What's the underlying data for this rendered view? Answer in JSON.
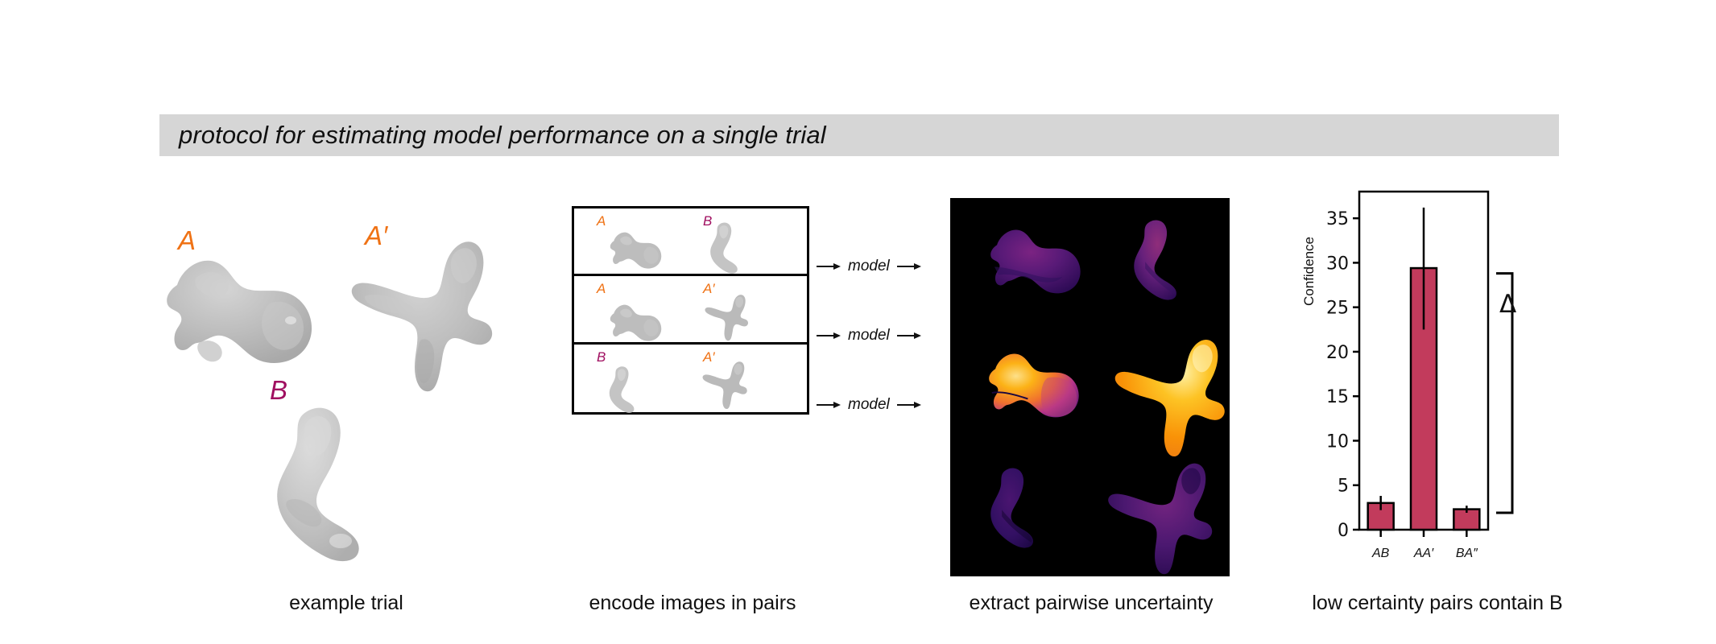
{
  "title": {
    "text": "protocol for estimating model performance on a single trial",
    "banner_color": "#d6d6d6"
  },
  "colors": {
    "label_orange": "#ef7215",
    "label_magenta": "#a00f60",
    "bar_fill": "#c23b5c",
    "heatmap_background": "#000000",
    "blob_gray": "#b8b8b8"
  },
  "panels": [
    {
      "caption": "example trial"
    },
    {
      "caption": "encode images in pairs"
    },
    {
      "caption": "extract pairwise uncertainty"
    },
    {
      "caption": "low certainty pairs contain B"
    }
  ],
  "example_trial": {
    "stimuli": [
      {
        "label": "A",
        "color_name": "orange",
        "shape": "blob-a"
      },
      {
        "label": "A′",
        "color_name": "orange",
        "shape": "blob-aprime"
      },
      {
        "label": "B",
        "color_name": "magenta",
        "shape": "blob-b"
      }
    ]
  },
  "pairs": {
    "rows": [
      {
        "left_label": "A",
        "left_color": "orange",
        "right_label": "B",
        "right_color": "magenta",
        "model_label": "model"
      },
      {
        "left_label": "A",
        "left_color": "orange",
        "right_label": "A′",
        "right_color": "orange",
        "model_label": "model"
      },
      {
        "left_label": "B",
        "left_color": "magenta",
        "right_label": "A′",
        "right_color": "orange",
        "model_label": "model"
      }
    ]
  },
  "heatmaps": {
    "colormap": "inferno",
    "rows": [
      {
        "left_shape": "blob-a",
        "left_intensity": "low",
        "right_shape": "blob-b",
        "right_intensity": "low"
      },
      {
        "left_shape": "blob-a",
        "left_intensity": "high",
        "right_shape": "blob-aprime",
        "right_intensity": "high"
      },
      {
        "left_shape": "blob-b",
        "left_intensity": "low",
        "right_shape": "blob-aprime",
        "right_intensity": "low"
      }
    ]
  },
  "chart_data": {
    "type": "bar",
    "title": "",
    "xlabel": "",
    "ylabel": "Confidence",
    "categories": [
      "AB",
      "AA′",
      "BA″"
    ],
    "values": [
      3.0,
      29.4,
      2.3
    ],
    "errors_low": [
      2.2,
      22.5,
      1.9
    ],
    "errors_high": [
      3.8,
      36.2,
      2.7
    ],
    "ylim": [
      0,
      38
    ],
    "yticks": [
      0,
      5,
      10,
      15,
      20,
      25,
      30,
      35
    ],
    "ytick_labels": [
      "0",
      "5",
      "10",
      "15",
      "20",
      "25",
      "30",
      "35"
    ],
    "grid": false,
    "legend": null,
    "bar_color": "#c23b5c",
    "annotation": {
      "symbol": "Δ",
      "meaning": "difference between high and low confidence pairs"
    }
  }
}
